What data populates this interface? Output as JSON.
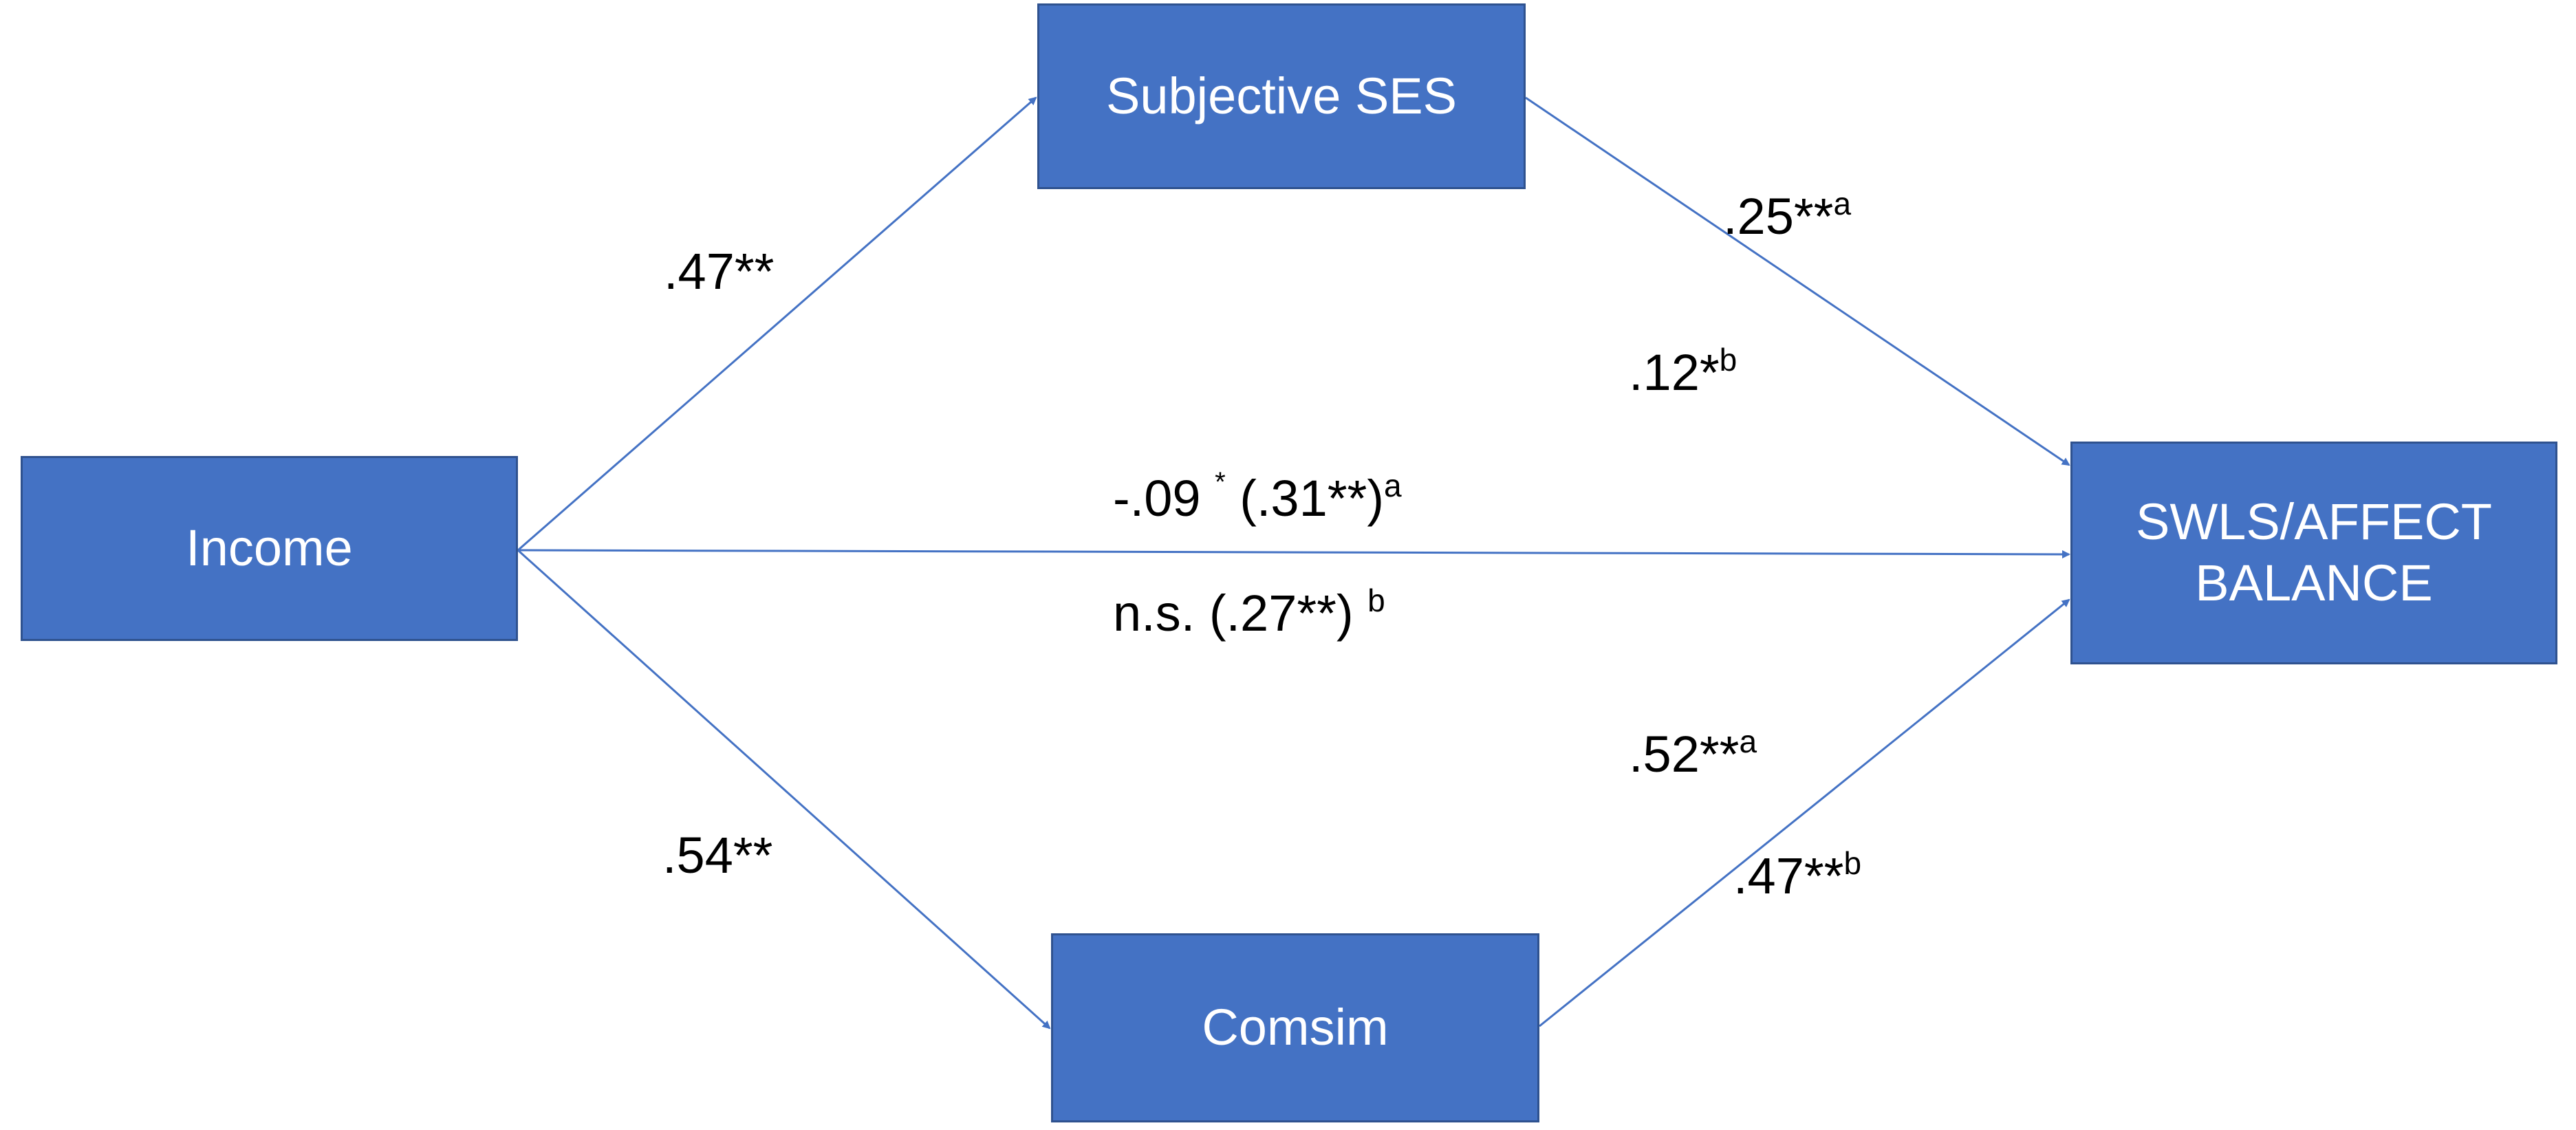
{
  "nodes": {
    "subjective_ses": "Subjective SES",
    "income": "Income",
    "outcome": "SWLS/AFFECT\nBALANCE",
    "comsim": "Comsim"
  },
  "paths": {
    "income_to_ses": {
      "coef": ".47**"
    },
    "income_to_comsim": {
      "coef": ".54**"
    },
    "ses_to_outcome_a": {
      "coef": ".25**",
      "sup": "a"
    },
    "ses_to_outcome_b": {
      "coef": ".12*",
      "sup": "b"
    },
    "direct_a": {
      "coef": "-.09",
      "star": "*",
      "rest": " (.31**)",
      "sup": "a"
    },
    "direct_b": {
      "coef": "n.s. (.27**) ",
      "sup": "b"
    },
    "comsim_to_outcome_a": {
      "coef": ".52**",
      "sup": "a"
    },
    "comsim_to_outcome_b": {
      "coef": ".47**",
      "sup": "b"
    }
  },
  "colors": {
    "node_fill": "#4472c4",
    "node_border": "#2f528f",
    "arrow": "#4472c4",
    "text_on_node": "#ffffff",
    "label_text": "#000000"
  }
}
